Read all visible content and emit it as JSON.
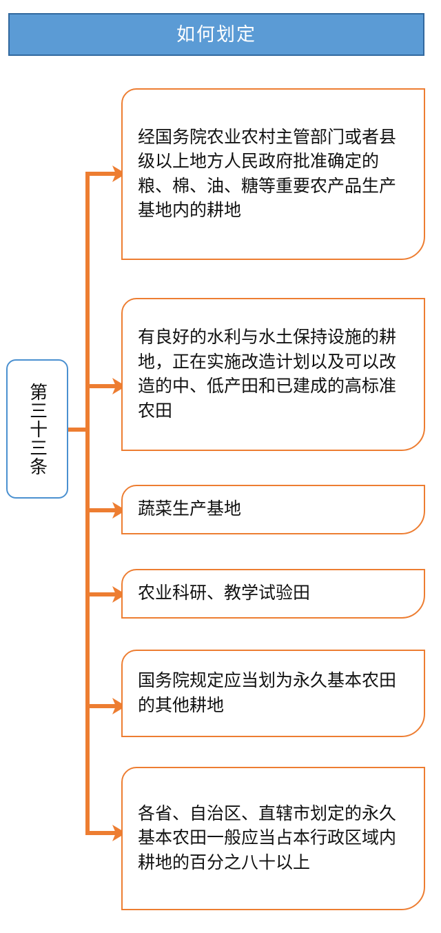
{
  "header": {
    "title": "如何划定",
    "fill_color": "#5B9BD5",
    "border_color": "#31689E",
    "text_color": "#FFFFFF"
  },
  "root_node": {
    "label": "第三十三条",
    "border_color": "#4A90D0",
    "orientation": "vertical"
  },
  "connector": {
    "color": "#ED7D31",
    "arrow_icon": "arrow-right-icon"
  },
  "branches": [
    {
      "id": "branch-1",
      "text": "经国务院农业农村主管部门或者县级以上地方人民政府批准确定的粮、棉、油、糖等重要农产品生产基地内的耕地",
      "border_color": "#ED7D31"
    },
    {
      "id": "branch-2",
      "text": "有良好的水利与水土保持设施的耕地，正在实施改造计划以及可以改造的中、低产田和已建成的高标准农田",
      "border_color": "#ED7D31"
    },
    {
      "id": "branch-3",
      "text": "蔬菜生产基地",
      "border_color": "#ED7D31"
    },
    {
      "id": "branch-4",
      "text": "农业科研、教学试验田",
      "border_color": "#ED7D31"
    },
    {
      "id": "branch-5",
      "text": "国务院规定应当划为永久基本农田的其他耕地",
      "border_color": "#ED7D31"
    },
    {
      "id": "branch-6",
      "text": "各省、自治区、直辖市划定的永久基本农田一般应当占本行政区域内耕地的百分之八十以上",
      "border_color": "#ED7D31"
    }
  ]
}
